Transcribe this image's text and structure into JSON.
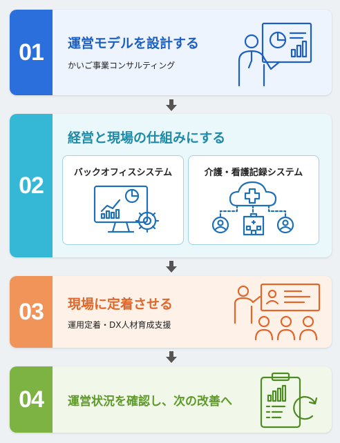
{
  "steps": [
    {
      "number": "01",
      "title": "運営モデルを設計する",
      "subtitle": "かいご事業コンサルティング"
    },
    {
      "number": "02",
      "title": "経営と現場の仕組みにする",
      "boxes": [
        {
          "title": "バックオフィスシステム"
        },
        {
          "title": "介護・看護記録システム"
        }
      ]
    },
    {
      "number": "03",
      "title": "現場に定着させる",
      "subtitle": "運用定着・DX人材育成支援"
    },
    {
      "number": "04",
      "title": "運営状況を確認し、次の改善へ"
    }
  ],
  "colors": {
    "step1": "#2a6fdb",
    "step1_bg": "#eef4fd",
    "step1_text": "#1b5fc2",
    "step2": "#35b8d6",
    "step2_bg": "#eaf7fb",
    "step2_text": "#1e8aa5",
    "step3": "#f0945a",
    "step3_bg": "#fdf1e8",
    "step3_text": "#e0662a",
    "step4": "#7cb342",
    "step4_bg": "#f1f7e9",
    "step4_text": "#5e9a2a",
    "arrow": "#555555"
  }
}
